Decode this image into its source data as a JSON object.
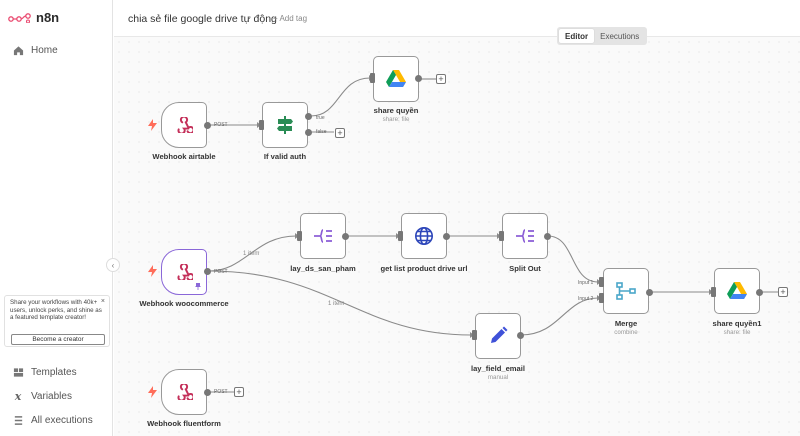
{
  "app": {
    "logo_text": "n8n"
  },
  "sidebar": {
    "items": [
      {
        "label": "Home",
        "icon": "home-icon"
      },
      {
        "label": "Templates",
        "icon": "templates-icon"
      },
      {
        "label": "Variables",
        "icon": "variables-icon"
      },
      {
        "label": "All executions",
        "icon": "executions-icon"
      }
    ],
    "promo": {
      "text": "Share your workflows with 40k+ users, unlock perks, and shine as a featured template creator!",
      "button": "Become a creator",
      "close": "×"
    }
  },
  "header": {
    "title": "chia sẻ file google drive tự động",
    "add_tag": "+ Add tag"
  },
  "view_toggle": {
    "editor": "Editor",
    "executions": "Executions",
    "active": "Editor"
  },
  "nodes": {
    "webhook_airtable": {
      "label": "Webhook airtable",
      "output": "POST"
    },
    "if_valid_auth": {
      "label": "If valid auth",
      "true_label": "true",
      "false_label": "false"
    },
    "share_quyen": {
      "label": "share quyền",
      "sub": "share: file"
    },
    "webhook_woocommerce": {
      "label": "Webhook woocommerce",
      "output": "POST"
    },
    "lay_ds_san_pham": {
      "label": "lay_ds_san_pham"
    },
    "get_list_product": {
      "label": "get list product drive url"
    },
    "split_out": {
      "label": "Split Out"
    },
    "merge": {
      "label": "Merge",
      "sub": "combine",
      "input1": "Input 1",
      "input2": "Input 2"
    },
    "share_quyen1": {
      "label": "share quyền1",
      "sub": "share: file"
    },
    "lay_field_email": {
      "label": "lay_field_email",
      "sub": "manual"
    },
    "webhook_fluentform": {
      "label": "Webhook fluentform",
      "output": "POST"
    }
  },
  "edges": {
    "item_count_1": "1 item",
    "item_count_2": "1 item"
  },
  "colors": {
    "accent": "#ff6d5a",
    "trigger_bolt": "#ff6d5a",
    "webhook": "#c4305a",
    "if": "#2a8c55",
    "code": "#8a5cd6",
    "http": "#2d46b9",
    "merge": "#4aa6c9",
    "edit": "#3f51d8"
  }
}
